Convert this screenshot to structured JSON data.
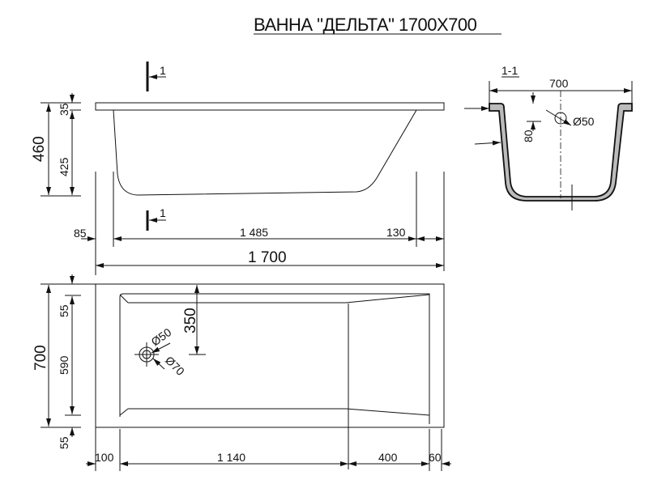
{
  "title": "ВАННА \"ДЕЛЬТА\" 1700Х700",
  "section_marker": {
    "label": "1",
    "section_title": "1-1"
  },
  "side_view": {
    "heights": {
      "total": "460",
      "rim": "35",
      "body": "425"
    },
    "lengths": {
      "left_offset": "85",
      "bottom": "1 485",
      "right_offset": "130",
      "overall": "1 700"
    }
  },
  "section_view": {
    "width": "700",
    "overflow_depth": "80",
    "overflow_diameter": "Ø50"
  },
  "top_view": {
    "width_total": "700",
    "width_parts": [
      "55",
      "590",
      "55"
    ],
    "drain_offset": "350",
    "drain_d1": "Ø50",
    "drain_d2": "Ø70",
    "length_parts": [
      "100",
      "1 140",
      "400",
      "60"
    ]
  }
}
